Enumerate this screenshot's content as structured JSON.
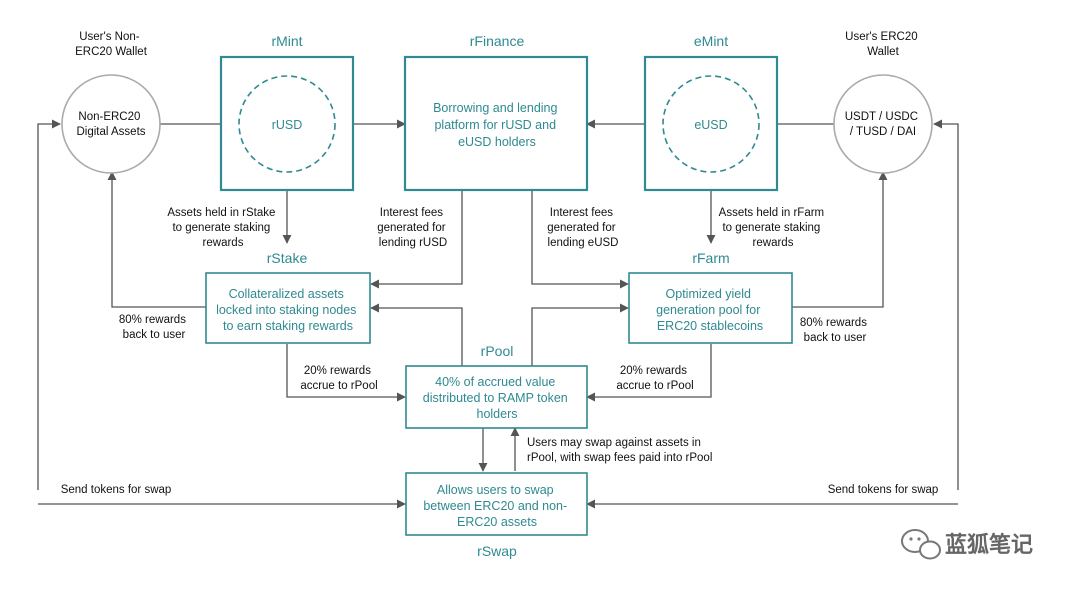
{
  "colors": {
    "accent": "#2f8a91",
    "wallet_stroke": "#aaaaaa",
    "arrow": "#555555"
  },
  "wallets": {
    "left": {
      "label_lines": [
        "User's Non-",
        "ERC20 Wallet"
      ],
      "content_lines": [
        "Non-ERC20",
        "Digital Assets"
      ]
    },
    "right": {
      "label_lines": [
        "User's ERC20",
        "Wallet"
      ],
      "content_lines": [
        "USDT / USDC",
        "/ TUSD / DAI"
      ]
    }
  },
  "modules": {
    "rmint": {
      "title": "rMint",
      "inner": "rUSD"
    },
    "rfinance": {
      "title": "rFinance",
      "lines": [
        "Borrowing and lending",
        "platform for rUSD and",
        "eUSD holders"
      ]
    },
    "emint": {
      "title": "eMint",
      "inner": "eUSD"
    },
    "rstake": {
      "title": "rStake",
      "lines": [
        "Collateralized assets",
        "locked into staking nodes",
        "to earn staking rewards"
      ]
    },
    "rfarm": {
      "title": "rFarm",
      "lines": [
        "Optimized yield",
        "generation pool for",
        "ERC20 stablecoins"
      ]
    },
    "rpool": {
      "title": "rPool",
      "lines": [
        "40% of accrued value",
        "distributed to RAMP token",
        "holders"
      ]
    },
    "rswap": {
      "title": "rSwap",
      "lines": [
        "Allows users to swap",
        "between ERC20 and non-",
        "ERC20 assets"
      ]
    }
  },
  "notes": {
    "rstake_held": [
      "Assets held in rStake",
      "to generate staking",
      "rewards"
    ],
    "rusd_interest": [
      "Interest fees",
      "generated for",
      "lending rUSD"
    ],
    "eusd_interest": [
      "Interest fees",
      "generated for",
      "lending eUSD"
    ],
    "rfarm_held": [
      "Assets held in rFarm",
      "to generate staking",
      "rewards"
    ],
    "left_rewards": [
      "80% rewards",
      "back to user"
    ],
    "right_rewards": [
      "80% rewards",
      "back to user"
    ],
    "left_accrue": [
      "20% rewards",
      "accrue to rPool"
    ],
    "right_accrue": [
      "20% rewards",
      "accrue to rPool"
    ],
    "swap_note": [
      "Users may swap against assets in",
      "rPool, with swap fees paid into rPool"
    ],
    "send_left": "Send tokens for swap",
    "send_right": "Send tokens for swap"
  },
  "watermark": {
    "text": "蓝狐笔记",
    "icon": "wechat-icon"
  }
}
